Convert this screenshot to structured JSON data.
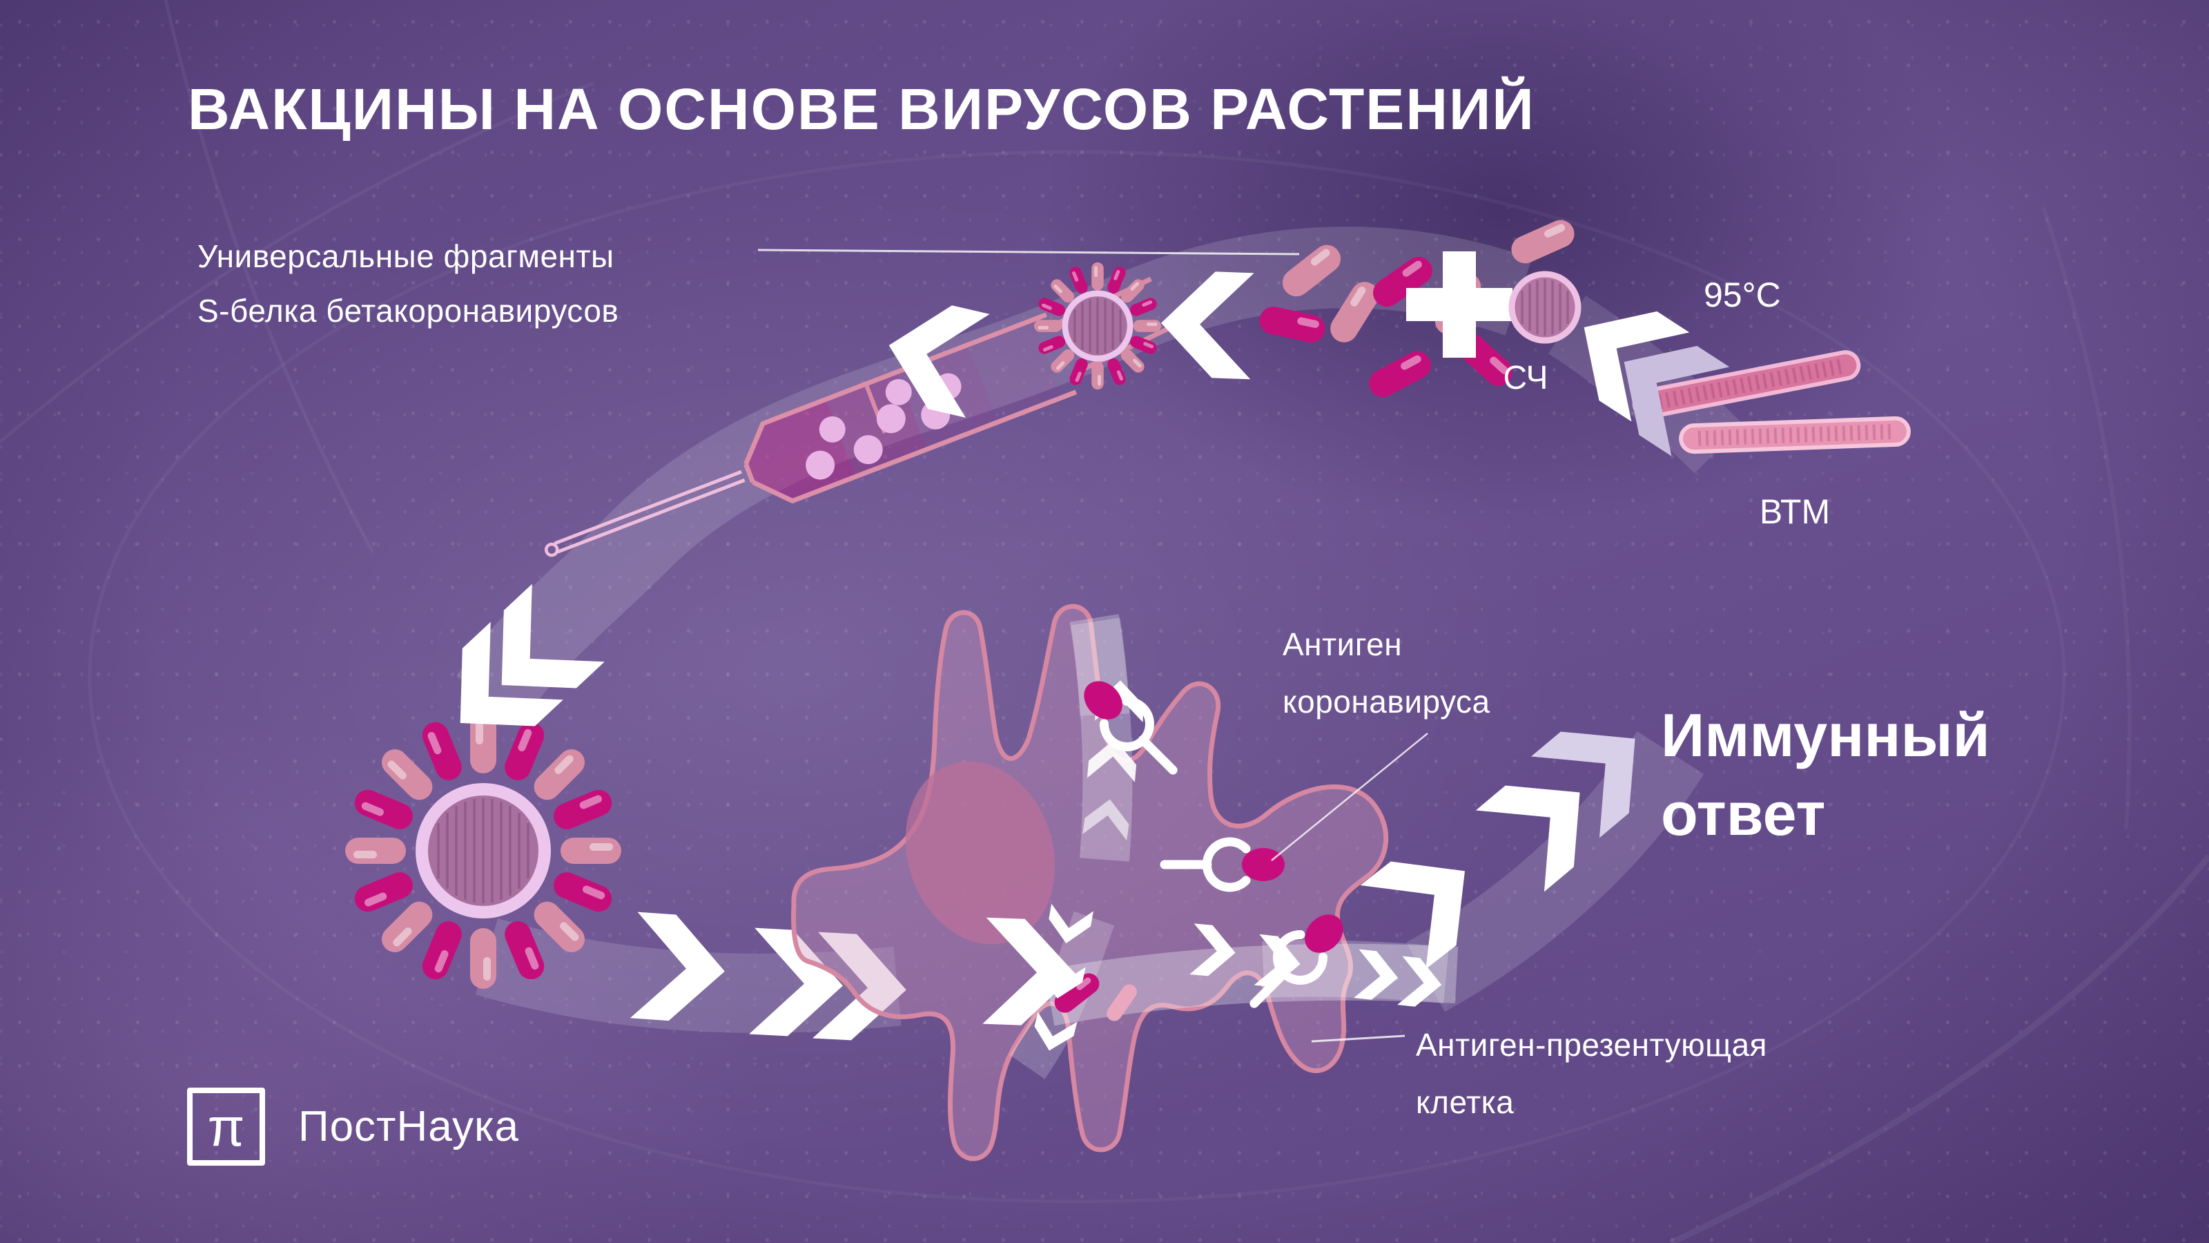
{
  "title": "ВАКЦИНЫ НА ОСНОВЕ ВИРУСОВ РАСТЕНИЙ",
  "labels": {
    "fragments": {
      "line1": "Универсальные фрагменты",
      "line2": "S-белка бетакоронавирусов"
    },
    "temperature": "95°C",
    "spherical_particles": "СЧ",
    "tmv": "ВТМ",
    "antigen": {
      "line1": "Антиген",
      "line2": "коронавируса"
    },
    "immune_response": {
      "line1": "Иммунный",
      "line2": "ответ"
    },
    "apc": {
      "line1": "Антиген-презентующая",
      "line2": "клетка"
    }
  },
  "logo": {
    "symbol": "π",
    "name": "ПостНаука"
  },
  "colors": {
    "background": "#64497f",
    "magenta": "#c60e7b",
    "pink": "#d68ca4",
    "light_ring": "#ecc6ec",
    "virus_body": "#a8709f",
    "cell_outline": "#d687a2",
    "rod_fill": "#d7759d",
    "text": "#ffffff"
  }
}
